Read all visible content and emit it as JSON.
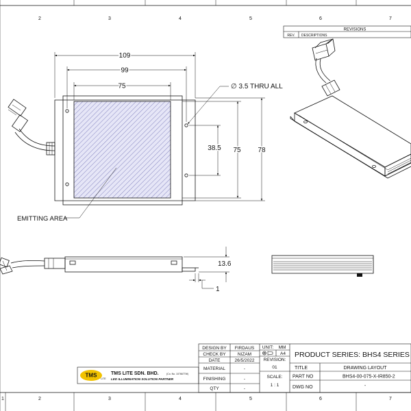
{
  "border": {
    "zones_top": [
      "2",
      "3",
      "4",
      "5",
      "6",
      "7"
    ],
    "zones_bottom": [
      "1",
      "2",
      "3",
      "4",
      "5",
      "6",
      "7"
    ]
  },
  "revisions": {
    "title": "REVISIONS",
    "col_rev": "REV.",
    "col_desc": "DESCRIPTIONS"
  },
  "dims": {
    "overall_width": "109",
    "mount_width": "99",
    "emitting_width": "75",
    "hole_note": "∅ 3.5 THRU ALL",
    "hole_spacing": "38.5",
    "emitting_height": "75",
    "overall_height": "78",
    "thickness": "13.6",
    "flange": "1"
  },
  "labels": {
    "emitting_area": "EMITTING AREA"
  },
  "title_block": {
    "design_by_label": "DESIGN BY",
    "design_by": "FIRDAUS",
    "check_by_label": "CHECK BY",
    "check_by": "NIZAM",
    "date_label": "DATE",
    "date": "26/5/2022",
    "material_label": "MATERIAL",
    "material": "-",
    "finishing_label": "FINISHING",
    "finishing": "-",
    "qty_label": "QTY",
    "qty": "-",
    "unit_label": "UNIT:",
    "unit": "MM",
    "sheet_size": "A4",
    "revision_label": "REVISION:",
    "revision": "01",
    "scale_label": "SCALE:",
    "scale": "1 : 1",
    "product_series": "PRODUCT SERIES: BHS4 SERIES",
    "title_label": "TITLE",
    "title": "DRAWING LAYOUT",
    "part_no_label": "PART NO",
    "part_no": "BHS4-00-075-X-IR850-2",
    "dwg_no_label": "DWG NO",
    "dwg_no": "-"
  },
  "company": {
    "logo_text": "TMS",
    "logo_sub": "LITE",
    "name": "TMS LITE SDN. BHD.",
    "reg": "(Co. No. 1076677W)",
    "tagline": "LED ILLUMINATION SOLUTION PARTNER"
  }
}
